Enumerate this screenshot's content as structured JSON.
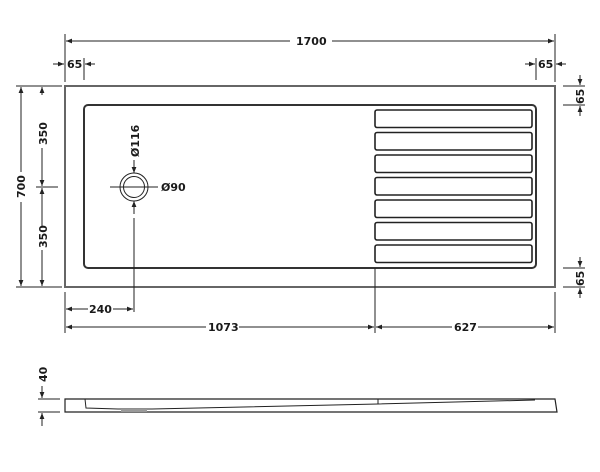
{
  "plan_view": {
    "overall_length": "1700",
    "overall_width": "700",
    "left_margin": "65",
    "right_margin": "65",
    "top_margin": "65",
    "bottom_margin": "65",
    "half_width_top": "350",
    "half_width_bottom": "350",
    "waste_outer_diameter": "Ø116",
    "waste_inner_diameter": "Ø90",
    "waste_offset": "240",
    "flat_area_length": "1073",
    "grooved_area_length": "627",
    "groove_count": 7
  },
  "side_view": {
    "height": "40"
  }
}
